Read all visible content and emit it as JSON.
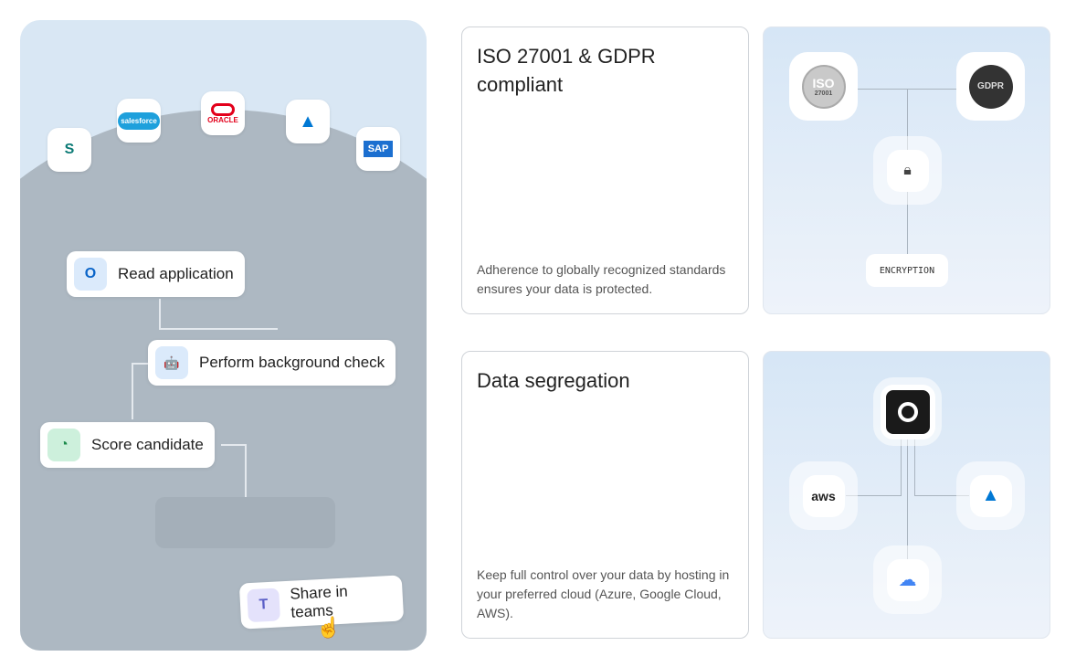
{
  "integrations": [
    {
      "name": "sharepoint",
      "label": "S",
      "color": "#0b7a75"
    },
    {
      "name": "salesforce",
      "label": "salesforce",
      "color": "#1798c1"
    },
    {
      "name": "oracle",
      "label": "ORACLE",
      "color": "#e3001b"
    },
    {
      "name": "azure",
      "label": "▲",
      "color": "#0078d4"
    },
    {
      "name": "sap",
      "label": "SAP",
      "color": "#1b6fd0"
    }
  ],
  "workflow": {
    "steps": [
      {
        "label": "Read application",
        "icon": "O"
      },
      {
        "label": "Perform background check",
        "icon": "🤖"
      },
      {
        "label": "Score candidate",
        "icon": "◔"
      },
      {
        "label": "Share in teams",
        "icon": "T"
      }
    ]
  },
  "cards": [
    {
      "title": "ISO 27001 & GDPR compliant",
      "description": "Adherence to globally recognized standards ensures your data is protected.",
      "iso_label": "ISO",
      "iso_number": "27001",
      "gdpr_label": "GDPR",
      "encryption_label": "ENCRYPTION"
    },
    {
      "title": "Data segregation",
      "description": "Keep full control over your data by hosting in your preferred cloud (Azure, Google Cloud, AWS).",
      "aws_label": "aws"
    }
  ]
}
